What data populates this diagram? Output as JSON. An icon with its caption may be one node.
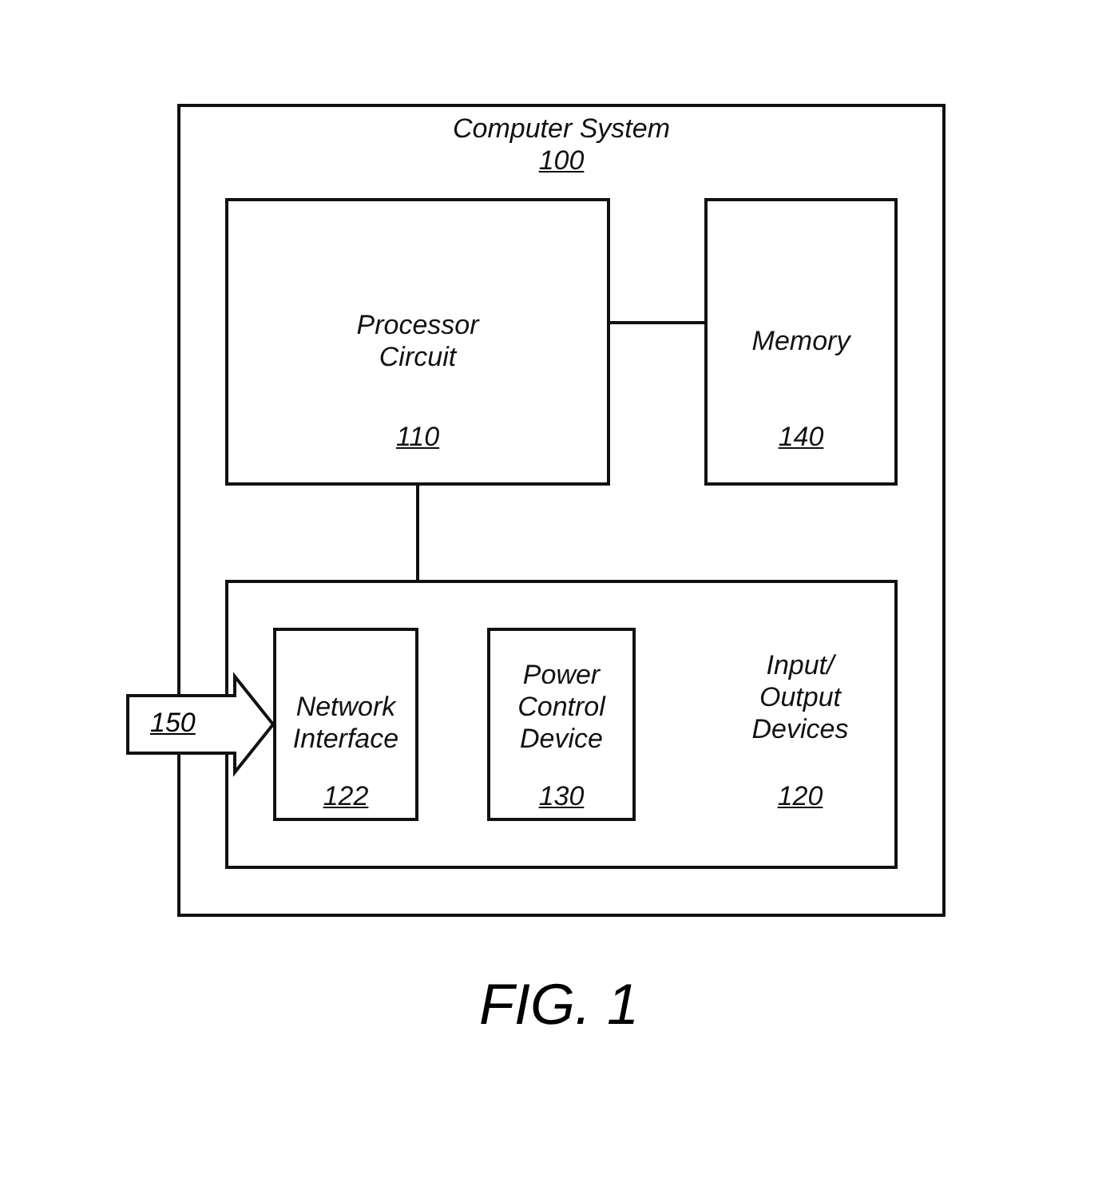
{
  "diagram": {
    "caption": "FIG. 1",
    "nodes": [
      {
        "text": [
          "Computer System",
          "100"
        ]
      },
      {
        "text": [
          "Processor Circuit",
          "110"
        ],
        "in": 0
      },
      {
        "text": [
          "Memory",
          "140"
        ],
        "in": 0
      },
      {
        "text": [
          "Input/ Output Devices",
          "120"
        ],
        "in": 0
      },
      {
        "text": [
          "Network Interface",
          "122"
        ],
        "in": 3
      },
      {
        "text": [
          "Power Control Device",
          "130"
        ],
        "in": 3
      }
    ],
    "edges": [
      {
        "from": 1,
        "to": 2,
        "arrow": "none"
      },
      {
        "from": 1,
        "to": 3,
        "arrow": "none"
      },
      {
        "from": null,
        "to": 4,
        "arrow": "to",
        "label": "150",
        "style": "thick"
      }
    ]
  }
}
